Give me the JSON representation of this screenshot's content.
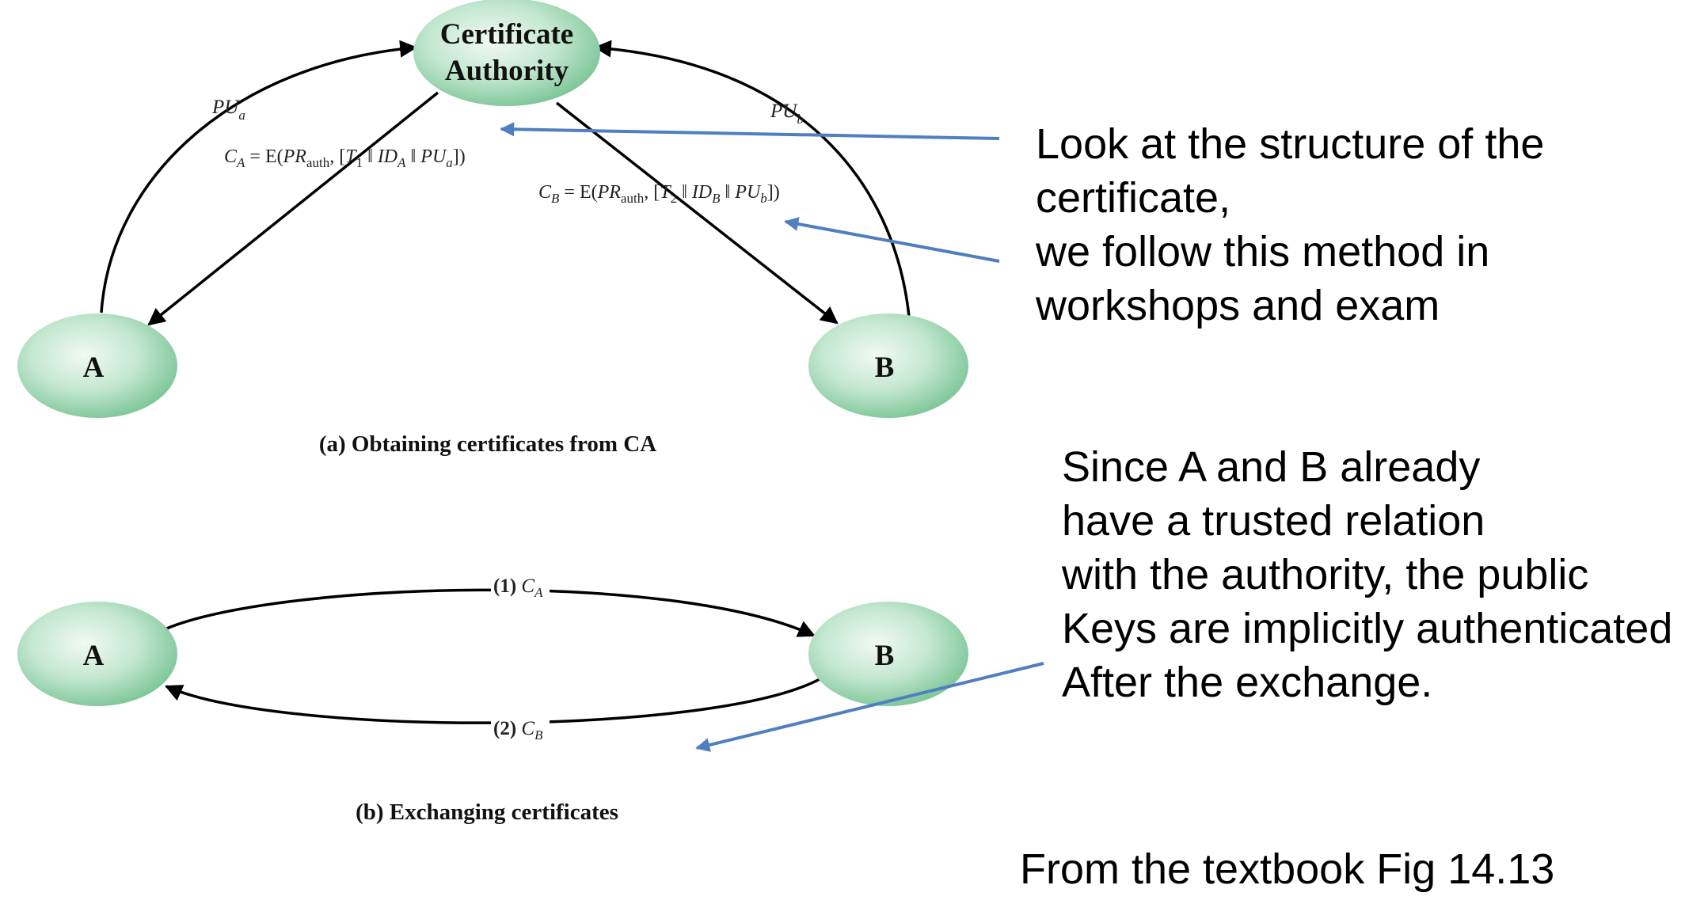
{
  "diagram_a": {
    "nodes": {
      "ca_line1": "Certificate",
      "ca_line2": "Authority",
      "a": "A",
      "b": "B"
    },
    "edge_labels": {
      "pu_a": "PU",
      "pu_a_sub": "a",
      "pu_b": "PU",
      "pu_b_sub": "b"
    },
    "formula_a": {
      "c": "C",
      "c_sub": "A",
      "eq": " = E(",
      "pr": "PR",
      "pr_sub": "auth",
      "mid": ", [",
      "t": "T",
      "t_sub": "1",
      "sep1": " ‖ ",
      "id": "ID",
      "id_sub": "A",
      "sep2": " ‖ ",
      "pu": "PU",
      "pu_sub": "a",
      "end": "])"
    },
    "formula_b": {
      "c": "C",
      "c_sub": "B",
      "eq": " = E(",
      "pr": "PR",
      "pr_sub": "auth",
      "mid": ", [",
      "t": "T",
      "t_sub": "2",
      "sep1": " ‖ ",
      "id": "ID",
      "id_sub": "B",
      "sep2": " ‖ ",
      "pu": "PU",
      "pu_sub": "b",
      "end": "])"
    },
    "caption": "(a) Obtaining certificates from CA"
  },
  "diagram_b": {
    "nodes": {
      "a": "A",
      "b": "B"
    },
    "edge1": {
      "num": "(1) ",
      "c": "C",
      "c_sub": "A"
    },
    "edge2": {
      "num": "(2) ",
      "c": "C",
      "c_sub": "B"
    },
    "caption": "(b) Exchanging certificates"
  },
  "notes": {
    "note1": [
      "Look at the structure of the",
      "certificate,",
      "we follow this method in",
      "workshops and exam"
    ],
    "note2": [
      "Since A and B already",
      "have a trusted relation",
      "with the authority, the public",
      "Keys are implicitly authenticated",
      "After the exchange."
    ],
    "source": "From the textbook Fig 14.13"
  },
  "colors": {
    "node_light": "#eaf7ee",
    "node_dark": "#7fc79a",
    "arrow": "#000000",
    "pointer": "#4f7fbf"
  }
}
